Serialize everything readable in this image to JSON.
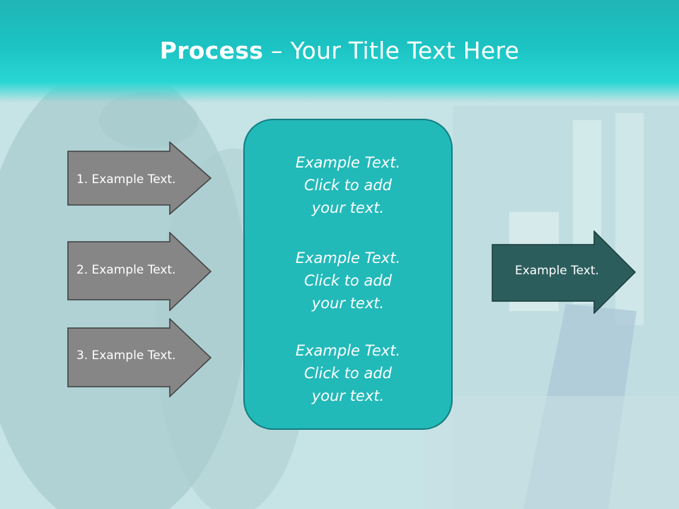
{
  "slide": {
    "title_bold": "Process",
    "title_rest": " – Your Title Text Here",
    "left_arrows": [
      {
        "label": "1. Example Text."
      },
      {
        "label": "2. Example Text."
      },
      {
        "label": "3. Example Text."
      }
    ],
    "center_items": [
      {
        "line1": "Example Text.",
        "line2": "Click  to add",
        "line3": "your text."
      },
      {
        "line1": "Example Text.",
        "line2": "Click  to add",
        "line3": "your text."
      },
      {
        "line1": "Example Text.",
        "line2": "Click  to add",
        "line3": "your text."
      }
    ],
    "right_arrow": {
      "label": "Example Text."
    }
  },
  "colors": {
    "header": "#1cc3c3",
    "gray_arrow": "#868686",
    "center_box": "#22b9b9",
    "right_arrow": "#2c5d5d"
  }
}
